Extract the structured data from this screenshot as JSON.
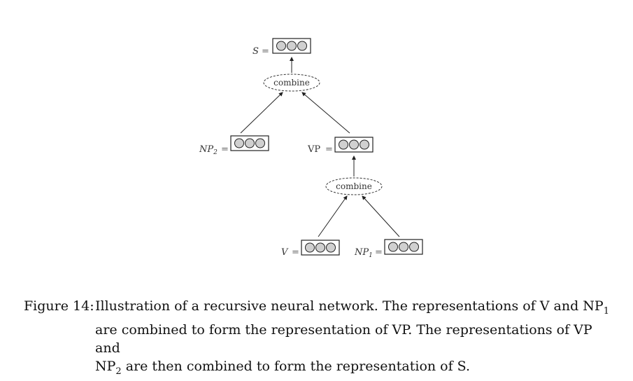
{
  "nodes": {
    "s": {
      "label": "S",
      "sub": ""
    },
    "np2": {
      "label": "NP",
      "sub": "2"
    },
    "vp": {
      "label": "VP",
      "sub": ""
    },
    "v": {
      "label": "V",
      "sub": ""
    },
    "np1": {
      "label": "NP",
      "sub": "1"
    }
  },
  "equals": "=",
  "combine_top": "combine",
  "combine_bottom": "combine",
  "caption": {
    "label": "Figure 14:",
    "text_1": "Illustration of a recursive neural network.  The representations of V and NP",
    "text_1_sub": "1",
    "text_2": "are combined to form the representation of VP. The representations of VP and",
    "text_3_prefix": "NP",
    "text_3_sub": "2",
    "text_3": " are then combined to form the representation of S."
  }
}
